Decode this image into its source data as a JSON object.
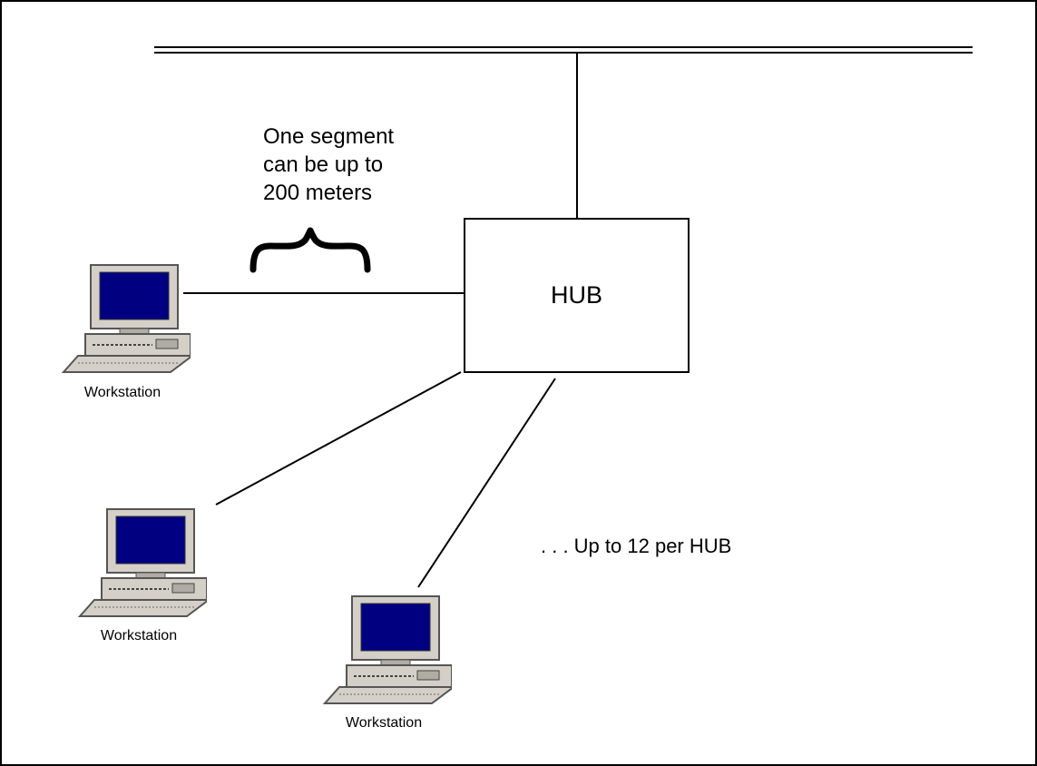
{
  "hub": {
    "label": "HUB"
  },
  "segment_note": {
    "lines": [
      "One segment",
      "can be up to",
      "200 meters"
    ]
  },
  "capacity_note": ". . . Up to 12 per HUB",
  "workstations": [
    {
      "label": "Workstation",
      "icon": "workstation-computer-icon"
    },
    {
      "label": "Workstation",
      "icon": "workstation-computer-icon"
    },
    {
      "label": "Workstation",
      "icon": "workstation-computer-icon"
    }
  ],
  "colors": {
    "screen": "#000080",
    "case": "#d4d0c8",
    "line": "#000000",
    "background": "#ffffff"
  }
}
